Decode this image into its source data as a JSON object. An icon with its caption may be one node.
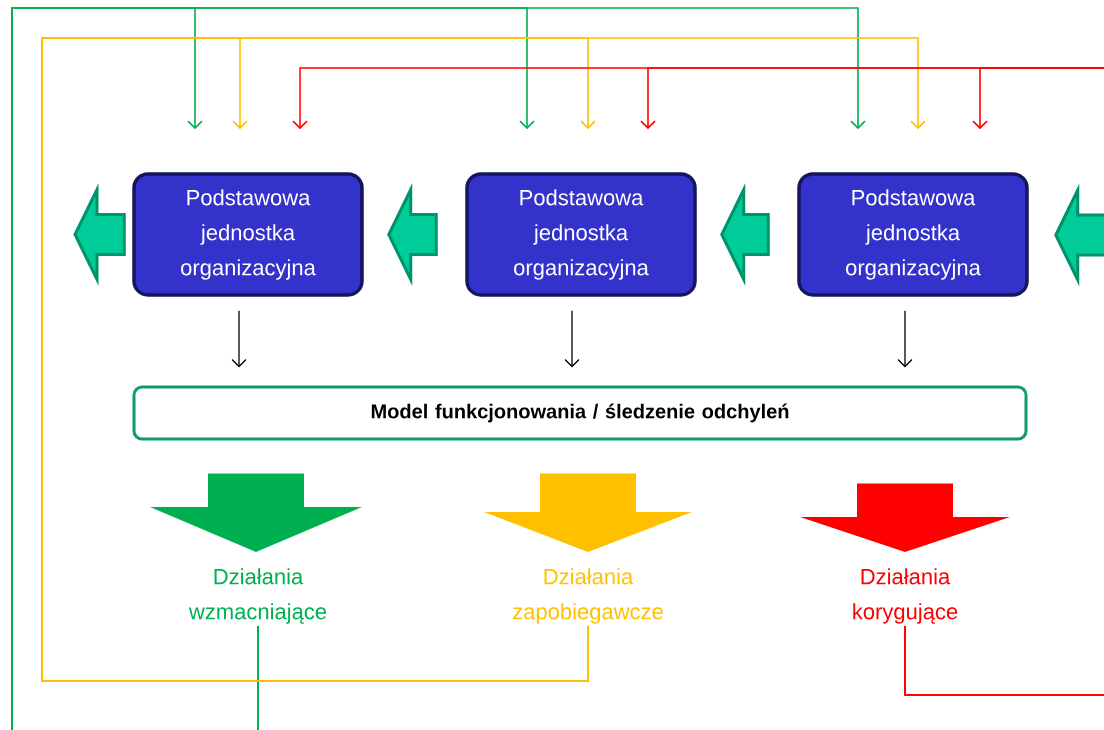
{
  "diagram": {
    "nodes": [
      {
        "text": [
          "Podstawowa jednostka organizacyjna"
        ]
      },
      {
        "text": [
          "Podstawowa jednostka organizacyjna"
        ]
      },
      {
        "text": [
          "Podstawowa jednostka organizacyjna"
        ]
      },
      {
        "text": [
          "Model funkcjonowania / śledzenie odchyleń"
        ]
      },
      {
        "text": [
          "Działania wzmacniające"
        ]
      },
      {
        "text": [
          "Działania zapobiegawcze"
        ]
      },
      {
        "text": [
          "Działania korygujące"
        ]
      }
    ],
    "edges": [
      {
        "from": 3,
        "to": 4,
        "arrow": "to",
        "style": "thick",
        "color": "#00b050"
      },
      {
        "from": 3,
        "to": 5,
        "arrow": "to",
        "style": "thick",
        "color": "#ffc000"
      },
      {
        "from": 3,
        "to": 6,
        "arrow": "to",
        "style": "thick",
        "color": "#ff0000"
      },
      {
        "from": 0,
        "to": 3,
        "arrow": "to"
      },
      {
        "from": 1,
        "to": 3,
        "arrow": "to"
      },
      {
        "from": 2,
        "to": 3,
        "arrow": "to"
      },
      {
        "from": 1,
        "to": 0,
        "arrow": "to",
        "style": "thick",
        "color": "#00cc99"
      },
      {
        "from": 2,
        "to": 1,
        "arrow": "to",
        "style": "thick",
        "color": "#00cc99"
      },
      {
        "from": null,
        "to": 2,
        "arrow": "to",
        "style": "thick",
        "color": "#00cc99"
      },
      {
        "from": 0,
        "to": null,
        "arrow": "to",
        "style": "thick",
        "color": "#00cc99"
      },
      {
        "from": 4,
        "to": 0,
        "arrow": "to",
        "color": "#00b050"
      },
      {
        "from": 4,
        "to": 1,
        "arrow": "to",
        "color": "#00b050"
      },
      {
        "from": 4,
        "to": 2,
        "arrow": "to",
        "color": "#00b050"
      },
      {
        "from": 5,
        "to": 0,
        "arrow": "to",
        "color": "#ffc000"
      },
      {
        "from": 5,
        "to": 1,
        "arrow": "to",
        "color": "#ffc000"
      },
      {
        "from": 5,
        "to": 2,
        "arrow": "to",
        "color": "#ffc000"
      },
      {
        "from": 6,
        "to": 0,
        "arrow": "to",
        "color": "#ff0000"
      },
      {
        "from": 6,
        "to": 1,
        "arrow": "to",
        "color": "#ff0000"
      },
      {
        "from": 6,
        "to": 2,
        "arrow": "to",
        "color": "#ff0000"
      }
    ]
  }
}
